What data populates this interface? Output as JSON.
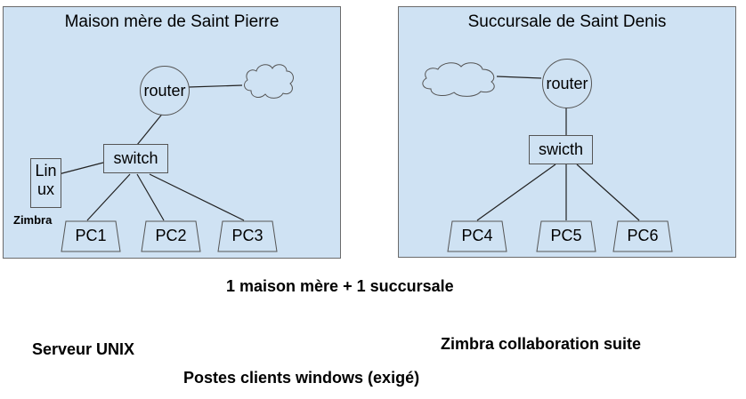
{
  "site_left": {
    "title": "Maison mère de Saint Pierre",
    "router_label": "router",
    "switch_label": "switch",
    "server_line1": "Lin",
    "server_line2": "ux",
    "server_caption": "Zimbra",
    "pcs": [
      "PC1",
      "PC2",
      "PC3"
    ]
  },
  "site_right": {
    "title": "Succursale de Saint Denis",
    "router_label": "router",
    "switch_label": "swicth",
    "pcs": [
      "PC4",
      "PC5",
      "PC6"
    ]
  },
  "captions": {
    "summary": "1 maison mère + 1 succursale",
    "server_unix": "Serveur UNIX",
    "zimbra_suite": "Zimbra collaboration suite",
    "clients": "Postes clients windows (exigé)"
  },
  "colors": {
    "site_fill": "#cfe2f3",
    "border": "#555555"
  },
  "icons": [
    "cloud-icon",
    "router-icon",
    "switch-icon",
    "pc-icon",
    "server-icon"
  ]
}
